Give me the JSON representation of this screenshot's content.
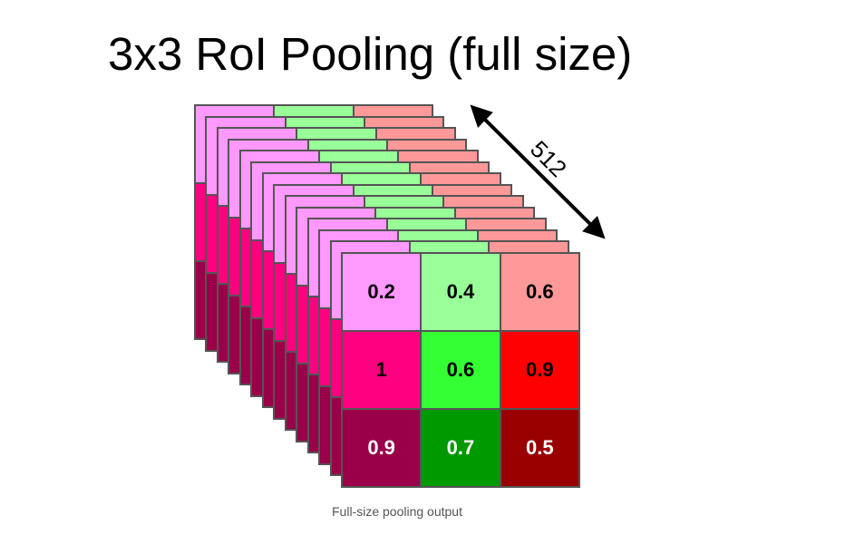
{
  "title": "3x3 RoI Pooling (full size)",
  "depth_label": "512",
  "caption": "Full-size pooling output",
  "layers": 14,
  "grid": [
    [
      {
        "value": "0.2",
        "bg": "#ff99ff",
        "fg": "#000000"
      },
      {
        "value": "0.4",
        "bg": "#99ff99",
        "fg": "#000000"
      },
      {
        "value": "0.6",
        "bg": "#ff9999",
        "fg": "#000000"
      }
    ],
    [
      {
        "value": "1",
        "bg": "#ff0080",
        "fg": "#000000"
      },
      {
        "value": "0.6",
        "bg": "#33ff33",
        "fg": "#000000"
      },
      {
        "value": "0.9",
        "bg": "#ff0000",
        "fg": "#000000"
      }
    ],
    [
      {
        "value": "0.9",
        "bg": "#990049",
        "fg": "#ffffff"
      },
      {
        "value": "0.7",
        "bg": "#009900",
        "fg": "#ffffff"
      },
      {
        "value": "0.5",
        "bg": "#990000",
        "fg": "#ffffff"
      }
    ]
  ]
}
